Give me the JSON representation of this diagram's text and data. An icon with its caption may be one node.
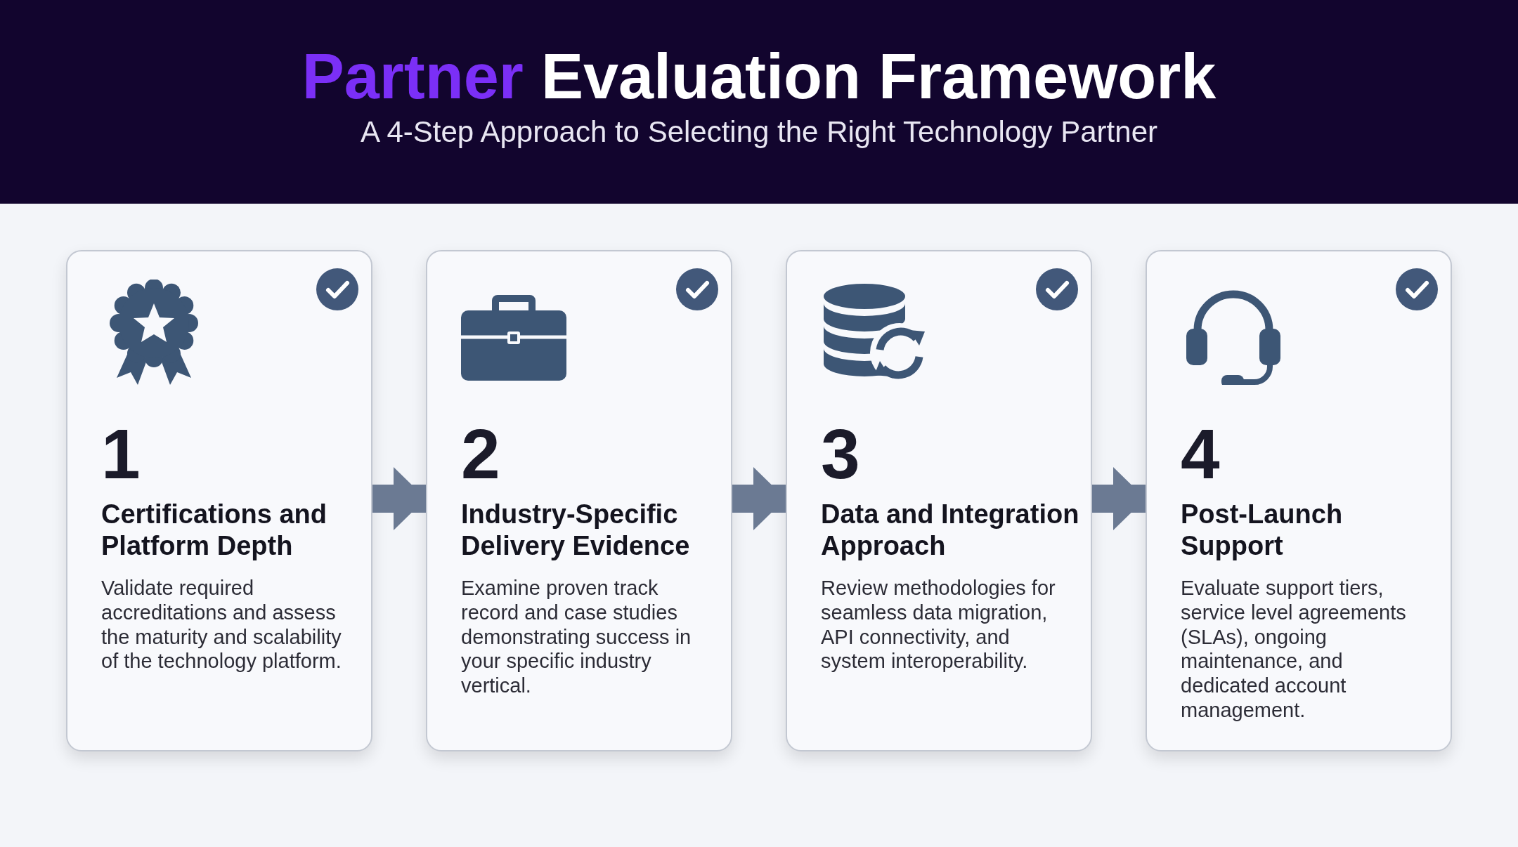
{
  "diagram": {
    "title": "Partner Evaluation Framework",
    "nodes": [
      {
        "text": [
          "1",
          "Certifications and Platform Depth",
          "Validate required accreditations and assess the maturity and scalability of the technology platform."
        ]
      },
      {
        "text": [
          "2",
          "Industry-Specific Delivery Evidence",
          "Examine proven track record and case studies demonstrating success in your specific industry vertical."
        ]
      },
      {
        "text": [
          "3",
          "Data and Integration Approach",
          "Review methodologies for seamless data migration, API connectivity, and system interoperability."
        ]
      },
      {
        "text": [
          "4",
          "Post-Launch Support",
          "Evaluate support tiers, service level agreements (SLAs), ongoing maintenance, and dedicated account management."
        ]
      }
    ],
    "edges": [
      {
        "from": 0,
        "to": 1,
        "arrow": "to"
      },
      {
        "from": 1,
        "to": 2,
        "arrow": "to"
      },
      {
        "from": 2,
        "to": 3,
        "arrow": "to"
      }
    ],
    "labels": [
      "A 4-Step Approach to Selecting the Right Technology Partner"
    ]
  }
}
